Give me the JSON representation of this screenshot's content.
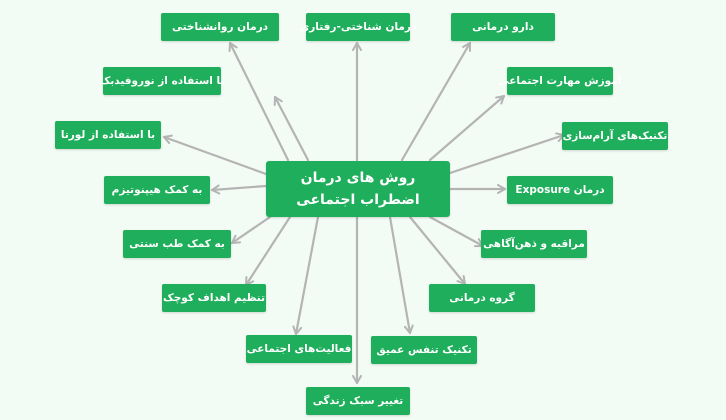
{
  "diagram": {
    "center": "روش های درمان اضطراب اجتماعی",
    "colors": {
      "node": "#1fae5b",
      "edge": "#b4b4b4",
      "background": "#f3fbf5"
    },
    "nodes": [
      {
        "id": "n1",
        "label": "درمان روانشناختی"
      },
      {
        "id": "n2",
        "label": "درمان شناختی-رفتاری"
      },
      {
        "id": "n3",
        "label": "دارو درمانی"
      },
      {
        "id": "n4",
        "label": "آموزش مهارت اجتماعی"
      },
      {
        "id": "n5",
        "label": "تکنیک‌های آرام‌سازی"
      },
      {
        "id": "n6",
        "label": "درمان Exposure"
      },
      {
        "id": "n7",
        "label": "مراقبه و ذهن‌آگاهی"
      },
      {
        "id": "n8",
        "label": "گروه درمانی"
      },
      {
        "id": "n9",
        "label": "تکنیک تنفس عمیق"
      },
      {
        "id": "n10",
        "label": "تغییر سبک زندگی"
      },
      {
        "id": "n11",
        "label": "فعالیت‌های اجتماعی"
      },
      {
        "id": "n12",
        "label": "تنظیم اهداف کوچک"
      },
      {
        "id": "n13",
        "label": "به کمک طب سنتی"
      },
      {
        "id": "n14",
        "label": "به کمک هیپنوتیزم"
      },
      {
        "id": "n15",
        "label": "با استفاده از لورتا"
      },
      {
        "id": "n16",
        "label": "با استفاده از نوروفیدبک"
      }
    ]
  }
}
